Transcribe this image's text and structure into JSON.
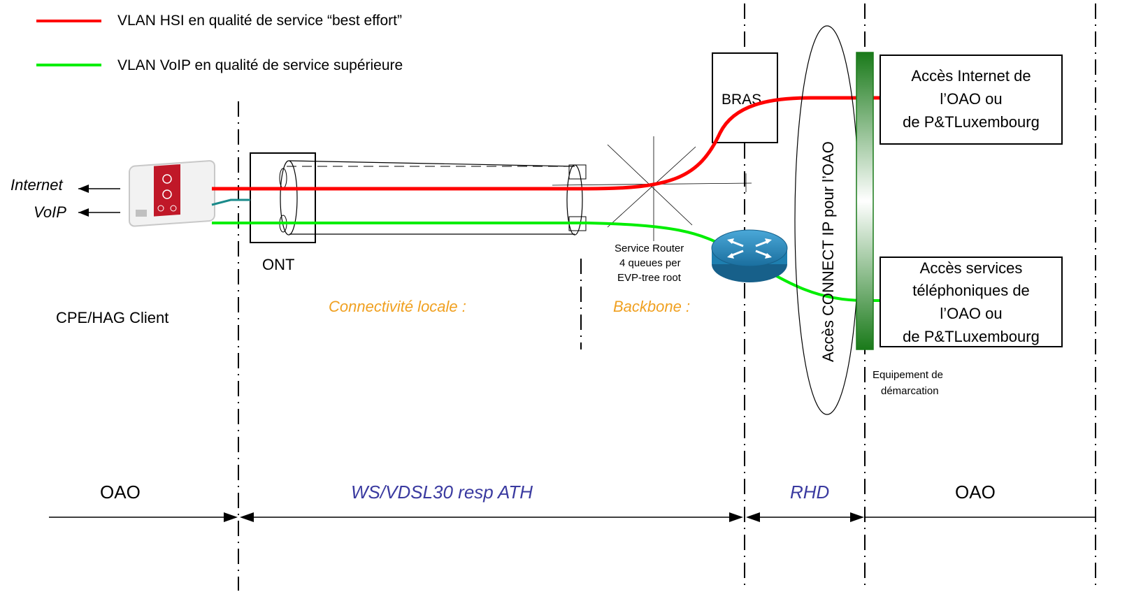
{
  "legend": {
    "hsi_label": "VLAN HSI en qualité de service “best effort”",
    "voip_label": "VLAN VoIP en qualité de service supérieure",
    "hsi_color": "#ff0000",
    "voip_color": "#00ee00"
  },
  "client": {
    "internet_label": "Internet",
    "voip_label": "VoIP",
    "cpe_label": "CPE/HAG Client"
  },
  "ont_label": "ONT",
  "bras_label": "BRAS",
  "router": {
    "line1": "Service Router",
    "line2": "4 queues per",
    "line3": "EVP-tree root"
  },
  "connectivite_label": "Connectivité locale :",
  "backbone_label": "Backbone :",
  "acces_connect_label": "Accès CONNECT IP pour l’OAO",
  "internet_box": {
    "line1": "Accès Internet de",
    "line2": "l’OAO ou",
    "line3": "de P&TLuxembourg"
  },
  "services_box": {
    "line1": "Accès services",
    "line2": "téléphoniques de",
    "line3": "l’OAO ou",
    "line4": "de P&TLuxembourg"
  },
  "demarcation": {
    "line1": "Equipement de",
    "line2": "démarcation"
  },
  "zones": {
    "oao_left": "OAO",
    "ws": "WS/VDSL30 resp ATH",
    "rhd": "RHD",
    "oao_right": "OAO"
  },
  "colors": {
    "orange_text": "#f0a020",
    "blue_text": "#3a3aa0",
    "demarcation_green": "#1a7a1a",
    "teal_wire": "#1a8a8a",
    "router_blue": "#1e7fb0"
  }
}
